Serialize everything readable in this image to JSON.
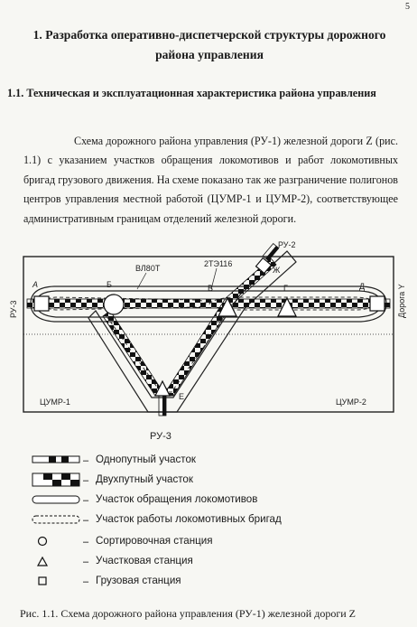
{
  "page_number": "5",
  "heading1": "1. Разработка оперативно-диспетчерской структуры дорожного района управления",
  "heading2": "1.1. Техническая и эксплуатационная характеристика района управления",
  "paragraph": "Схема дорожного района управления (РУ-1) железной дороги Z (рис. 1.1) с указанием участков обращения локомотивов и работ локомотивных бригад грузового движения. На схеме показано так же разграничение полигонов центров управления местной работой (ЦУМР-1 и ЦУМР-2), соответствующее административным границам отделений железной дороги.",
  "diagram": {
    "left_label": "РУ-3",
    "right_label": "Дорога Y",
    "top_right_label": "РУ-2",
    "bottom_label": "РУ-3",
    "stations": {
      "A": "А",
      "B": "Б",
      "V": "В",
      "G": "Г",
      "D": "Д",
      "E": "Е",
      "Zh": "Ж"
    },
    "locomotive_labels": [
      "ВЛ80Т",
      "2ТЭ116"
    ],
    "zone_left": "ЦУМР-1",
    "zone_right": "ЦУМР-2"
  },
  "legend": [
    {
      "icon": "single-track-line",
      "text": "Однопутный участок"
    },
    {
      "icon": "double-track-line",
      "text": "Двухпутный участок"
    },
    {
      "icon": "locomotive-section-outline",
      "text": "Участок обращения локомотивов"
    },
    {
      "icon": "crew-section-dashed-outline",
      "text": "Участок работы локомотивных бригад"
    },
    {
      "icon": "circle-icon",
      "text": "Сортировочная станция"
    },
    {
      "icon": "triangle-icon",
      "text": "Участковая станция"
    },
    {
      "icon": "square-icon",
      "text": "Грузовая станция"
    }
  ],
  "legend_dash": "–",
  "caption": "Рис. 1.1. Схема дорожного района управления (РУ-1) железной дороги Z"
}
